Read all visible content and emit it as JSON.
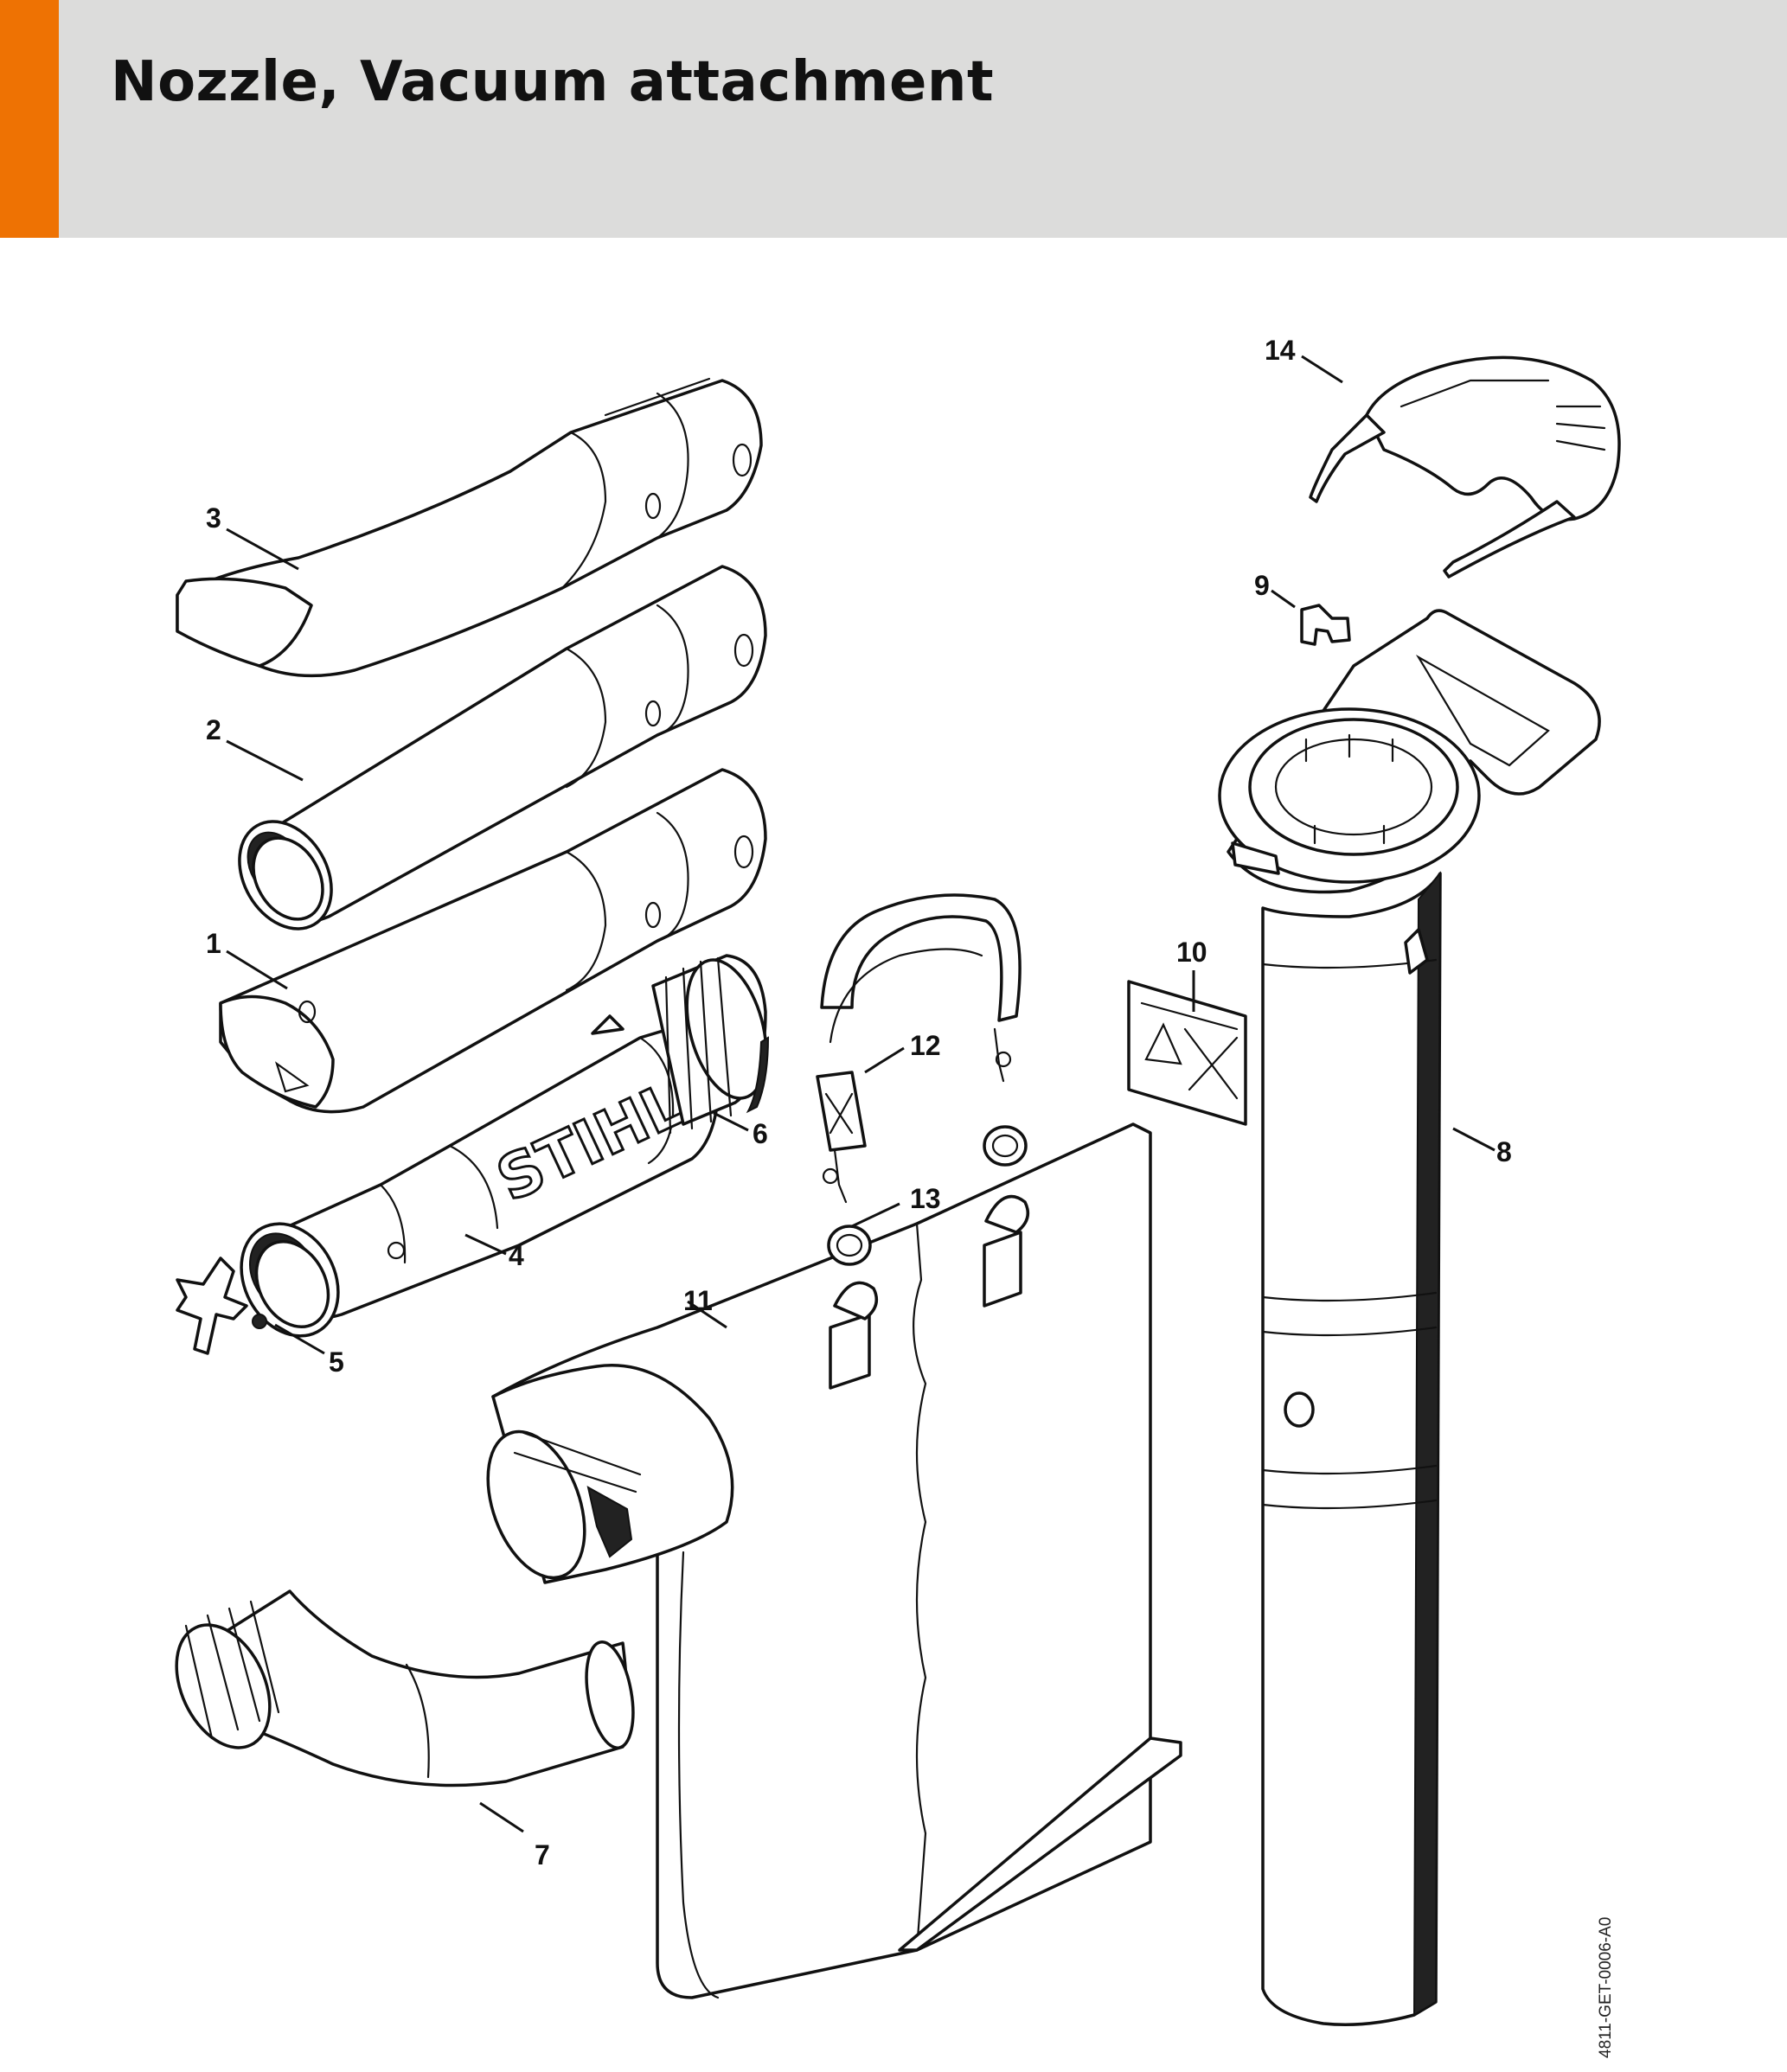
{
  "header": {
    "title": "Nozzle, Vacuum attachment",
    "accent_color": "#ee7203",
    "background_color": "#dcdcdb"
  },
  "diagram": {
    "callouts": [
      {
        "id": "callout-1",
        "label": "1"
      },
      {
        "id": "callout-2",
        "label": "2"
      },
      {
        "id": "callout-3",
        "label": "3"
      },
      {
        "id": "callout-4",
        "label": "4"
      },
      {
        "id": "callout-5",
        "label": "5"
      },
      {
        "id": "callout-6",
        "label": "6"
      },
      {
        "id": "callout-7",
        "label": "7"
      },
      {
        "id": "callout-8",
        "label": "8"
      },
      {
        "id": "callout-9",
        "label": "9"
      },
      {
        "id": "callout-10",
        "label": "10"
      },
      {
        "id": "callout-11",
        "label": "11"
      },
      {
        "id": "callout-12",
        "label": "12"
      },
      {
        "id": "callout-13",
        "label": "13"
      },
      {
        "id": "callout-14",
        "label": "14"
      }
    ],
    "logo_text": "STIHL",
    "drawing_code": "4811-GET-0006-A0"
  }
}
